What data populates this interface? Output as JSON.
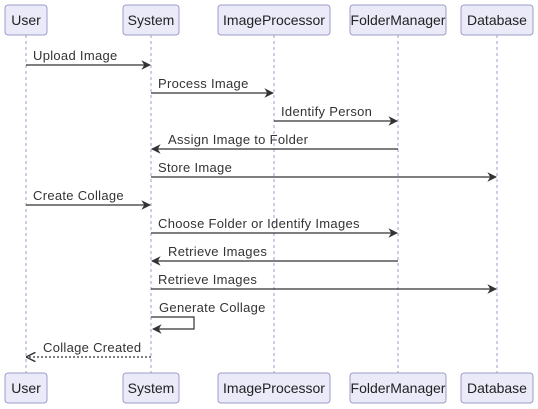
{
  "participants": [
    {
      "id": "user",
      "label": "User"
    },
    {
      "id": "system",
      "label": "System"
    },
    {
      "id": "imageprocessor",
      "label": "ImageProcessor"
    },
    {
      "id": "foldermanager",
      "label": "FolderManager"
    },
    {
      "id": "database",
      "label": "Database"
    }
  ],
  "messages": [
    {
      "from": "user",
      "to": "system",
      "label": "Upload Image",
      "style": "solid"
    },
    {
      "from": "system",
      "to": "imageprocessor",
      "label": "Process Image",
      "style": "solid"
    },
    {
      "from": "imageprocessor",
      "to": "foldermanager",
      "label": "Identify Person",
      "style": "solid"
    },
    {
      "from": "foldermanager",
      "to": "system",
      "label": "Assign Image to Folder",
      "style": "solid"
    },
    {
      "from": "system",
      "to": "database",
      "label": "Store Image",
      "style": "solid"
    },
    {
      "from": "user",
      "to": "system",
      "label": "Create Collage",
      "style": "solid"
    },
    {
      "from": "system",
      "to": "foldermanager",
      "label": "Choose Folder or Identify Images",
      "style": "solid"
    },
    {
      "from": "foldermanager",
      "to": "system",
      "label": "Retrieve Images",
      "style": "solid"
    },
    {
      "from": "system",
      "to": "database",
      "label": "Retrieve Images",
      "style": "solid"
    },
    {
      "from": "system",
      "to": "system",
      "label": "Generate Collage",
      "style": "solid"
    },
    {
      "from": "system",
      "to": "user",
      "label": "Collage Created",
      "style": "dotted"
    }
  ],
  "colors": {
    "actor_fill": "#eaeaf8",
    "actor_border": "#9c9cc8",
    "line": "#333333"
  }
}
